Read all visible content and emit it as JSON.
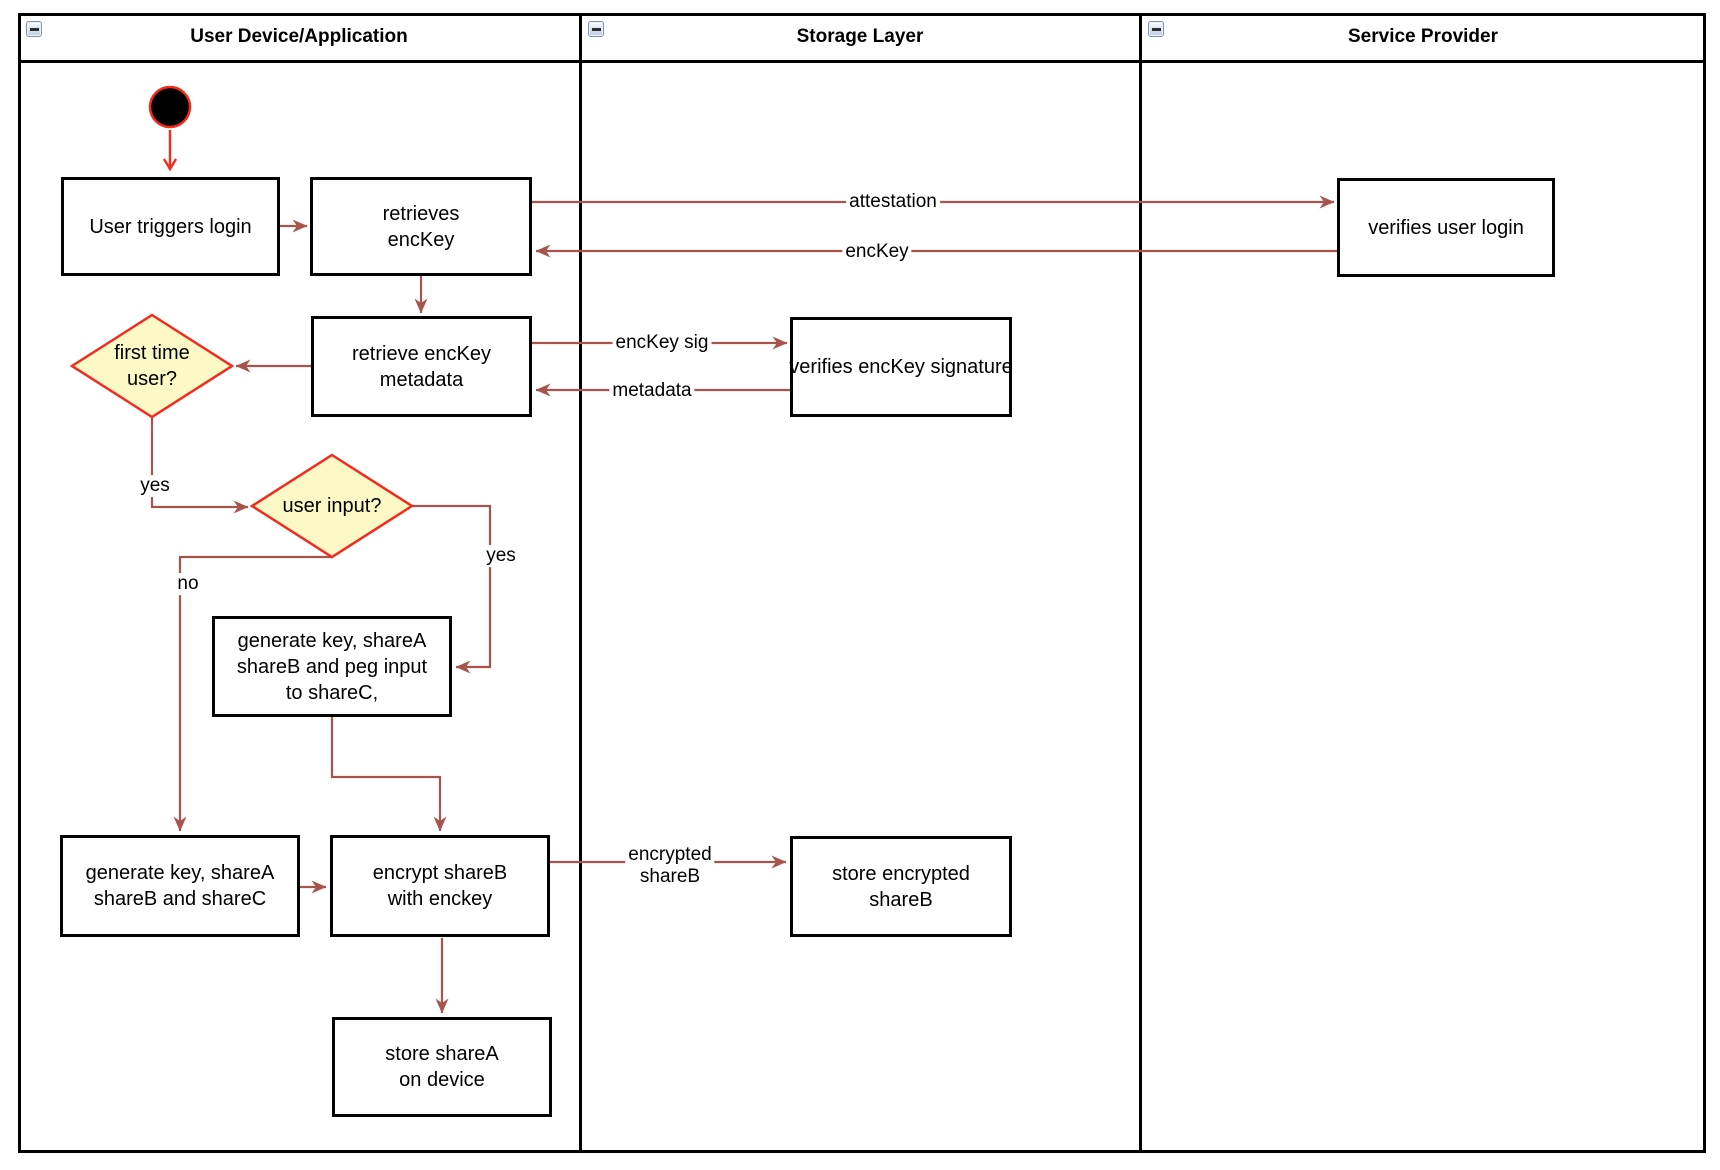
{
  "lanes": [
    {
      "id": "user-device",
      "title": "User Device/Application"
    },
    {
      "id": "storage-layer",
      "title": "Storage Layer"
    },
    {
      "id": "service-provider",
      "title": "Service Provider"
    }
  ],
  "nodes": {
    "user_triggers_login": {
      "label": "User triggers login"
    },
    "retrieves_enckey": {
      "label": "retrieves\nencKey"
    },
    "verifies_user_login": {
      "label": "verifies user login"
    },
    "retrieve_enckey_metadata": {
      "label": "retrieve encKey\nmetadata"
    },
    "verifies_enckey_signature": {
      "label": "verifies encKey signature"
    },
    "first_time_user": {
      "label": "first time\nuser?"
    },
    "user_input": {
      "label": "user input?"
    },
    "generate_key_peg_input": {
      "label": "generate key, shareA\nshareB and peg input\nto shareC,"
    },
    "generate_key_sharec": {
      "label": "generate key, shareA\nshareB and shareC"
    },
    "encrypt_shareb": {
      "label": "encrypt shareB\nwith enckey"
    },
    "store_encrypted_shareb": {
      "label": "store encrypted\nshareB"
    },
    "store_sharea_on_device": {
      "label": "store shareA\non device"
    }
  },
  "edges": {
    "attestation": "attestation",
    "enckey": "encKey",
    "enckey_sig": "encKey sig",
    "metadata": "metadata",
    "first_time_yes": "yes",
    "user_input_yes": "yes",
    "user_input_no": "no",
    "encrypted_shareb": "encrypted\nshareB"
  },
  "colors": {
    "edge_color": "#A8544E",
    "start_color": "#F42A1D",
    "decision_fill": "#FDF9C6",
    "decision_stroke": "#F42A1D",
    "shape_stroke": "#000000",
    "shape_fill": "#FFFFFF"
  }
}
